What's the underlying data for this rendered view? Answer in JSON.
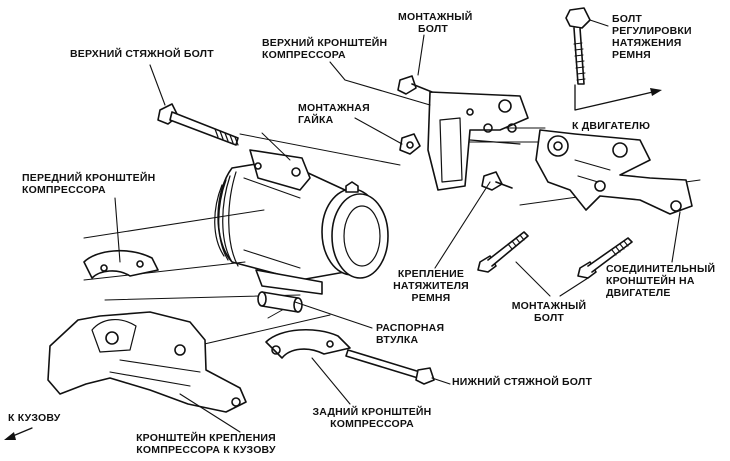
{
  "labels": {
    "upper_clamp_bolt": "ВЕРХНИЙ СТЯЖНОЙ БОЛТ",
    "upper_bracket": "ВЕРХНИЙ КРОНШТЕЙН\nКОМПРЕССОРА",
    "mounting_bolt_top": "МОНТАЖНЫЙ\nБОЛТ",
    "belt_adjust_bolt": "БОЛТ\nРЕГУЛИРОВКИ\nНАТЯЖЕНИЯ\nРЕМНЯ",
    "mounting_nut": "МОНТАЖНАЯ\nГАЙКА",
    "to_engine": "К ДВИГАТЕЛЮ",
    "front_bracket": "ПЕРЕДНИЙ КРОНШТЕЙН\nКОМПРЕССОРА",
    "tensioner_mount": "КРЕПЛЕНИЕ\nНАТЯЖИТЕЛЯ\nРЕМНЯ",
    "connecting_bracket": "СОЕДИНИТЕЛЬНЫЙ\nКРОНШТЕЙН НА\nДВИГАТЕЛЕ",
    "mounting_bolt_bottom": "МОНТАЖНЫЙ\nБОЛТ",
    "spacer_sleeve": "РАСПОРНАЯ\nВТУЛКА",
    "lower_clamp_bolt": "НИЖНИЙ СТЯЖНОЙ БОЛТ",
    "to_body": "К КУЗОВУ",
    "rear_bracket": "ЗАДНИЙ КРОНШТЕЙН\nКОМПРЕССОРА",
    "body_bracket": "КРОНШТЕЙН КРЕПЛЕНИЯ\nКОМПРЕССОРА К КУЗОВУ"
  }
}
